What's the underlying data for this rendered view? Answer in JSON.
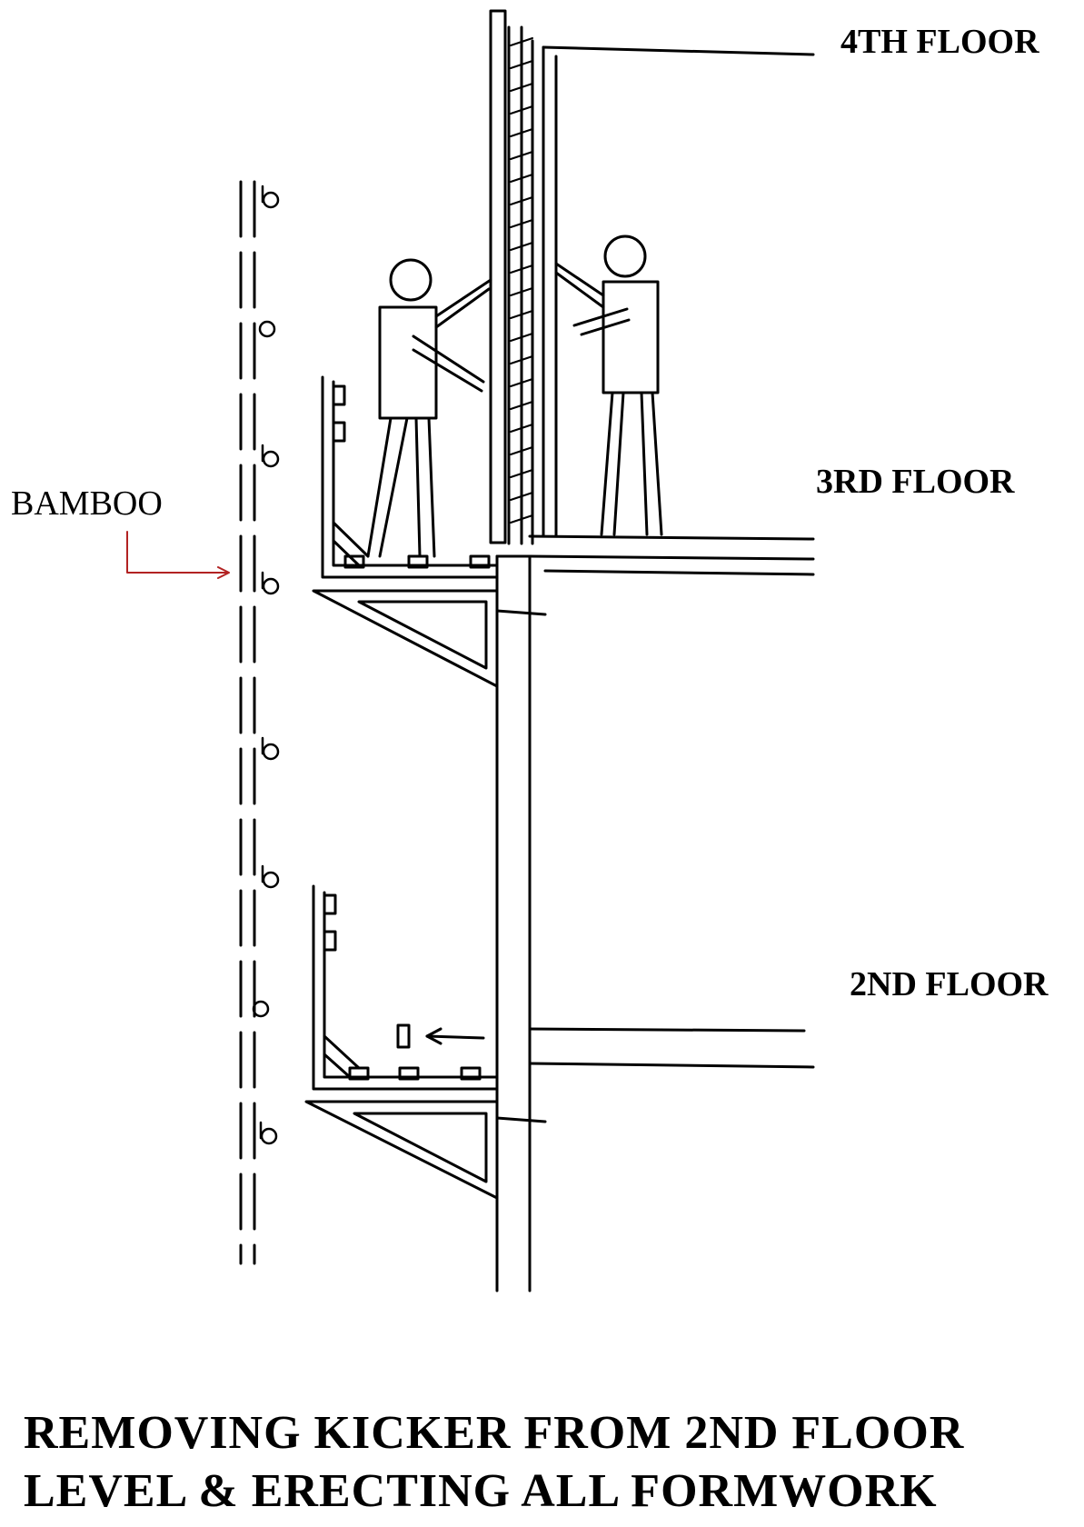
{
  "labels": {
    "floor_4": "4TH FLOOR",
    "floor_3": "3RD FLOOR",
    "floor_2": "2ND FLOOR",
    "bamboo": "BAMBOO"
  },
  "caption": {
    "line1": "REMOVING KICKER FROM 2ND FLOOR",
    "line2": "LEVEL & ERECTING ALL FORMWORK"
  },
  "colors": {
    "ink": "#000000",
    "arrow": "#b22222"
  }
}
